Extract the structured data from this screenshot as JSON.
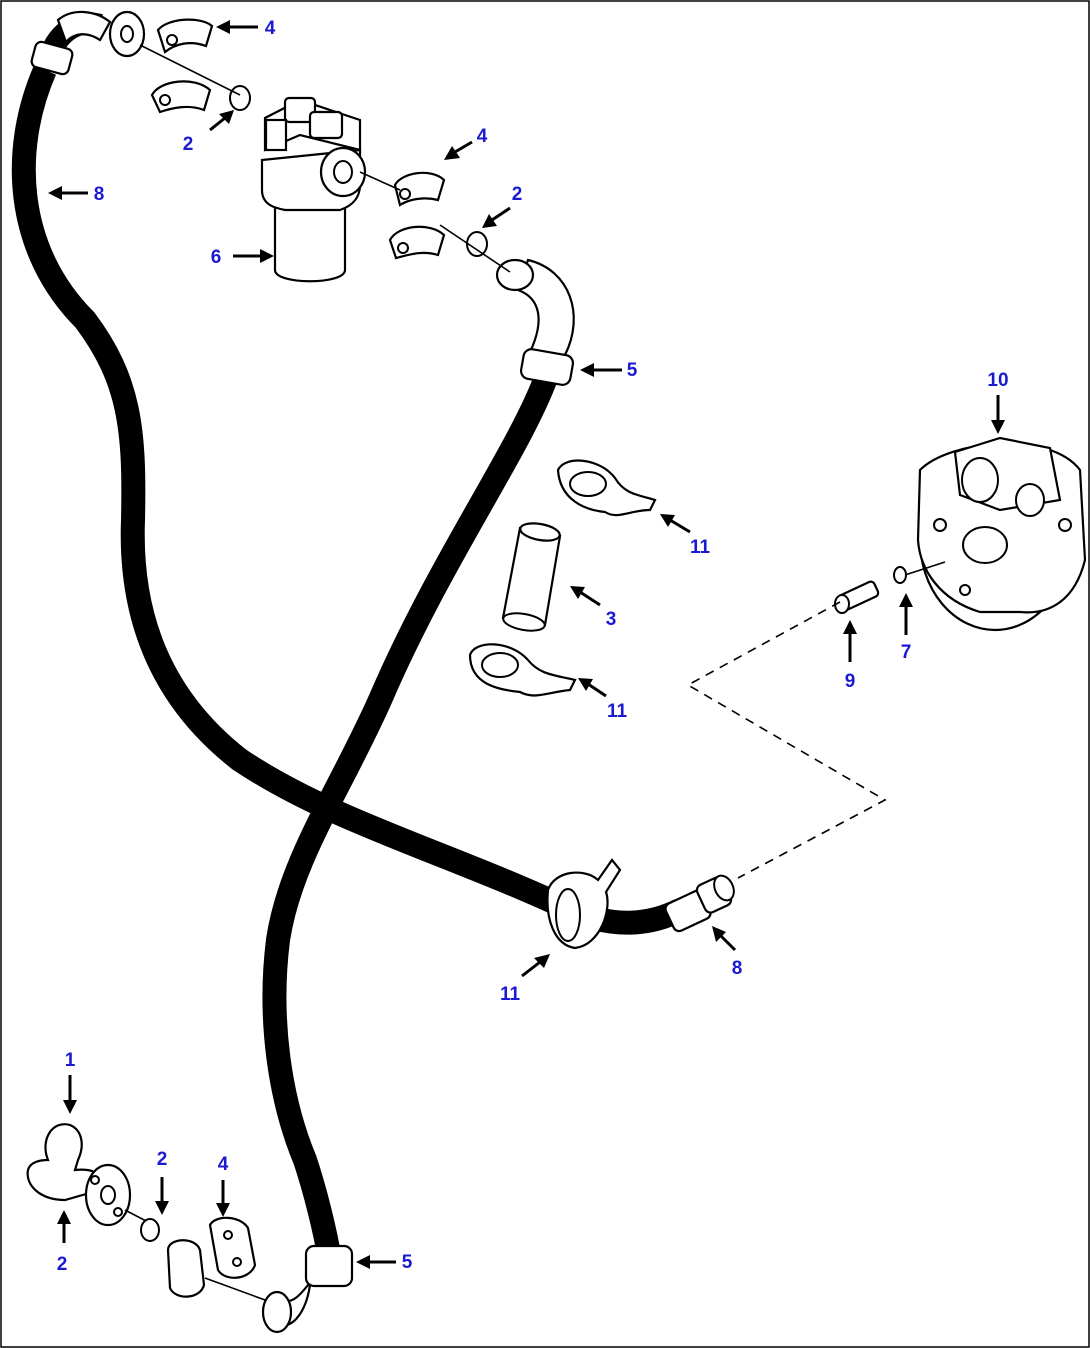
{
  "callouts": [
    {
      "id": "c1",
      "label": "1"
    },
    {
      "id": "c2a",
      "label": "2"
    },
    {
      "id": "c2b",
      "label": "2"
    },
    {
      "id": "c2c",
      "label": "2"
    },
    {
      "id": "c2d",
      "label": "2"
    },
    {
      "id": "c3",
      "label": "3"
    },
    {
      "id": "c4a",
      "label": "4"
    },
    {
      "id": "c4b",
      "label": "4"
    },
    {
      "id": "c4c",
      "label": "4"
    },
    {
      "id": "c5a",
      "label": "5"
    },
    {
      "id": "c5b",
      "label": "5"
    },
    {
      "id": "c6",
      "label": "6"
    },
    {
      "id": "c7",
      "label": "7"
    },
    {
      "id": "c8a",
      "label": "8"
    },
    {
      "id": "c8b",
      "label": "8"
    },
    {
      "id": "c9",
      "label": "9"
    },
    {
      "id": "c10",
      "label": "10"
    },
    {
      "id": "c11a",
      "label": "11"
    },
    {
      "id": "c11b",
      "label": "11"
    },
    {
      "id": "c11c",
      "label": "11"
    }
  ],
  "colors": {
    "callout_text": "#1a1ad0",
    "line": "#000000",
    "background": "#ffffff"
  }
}
